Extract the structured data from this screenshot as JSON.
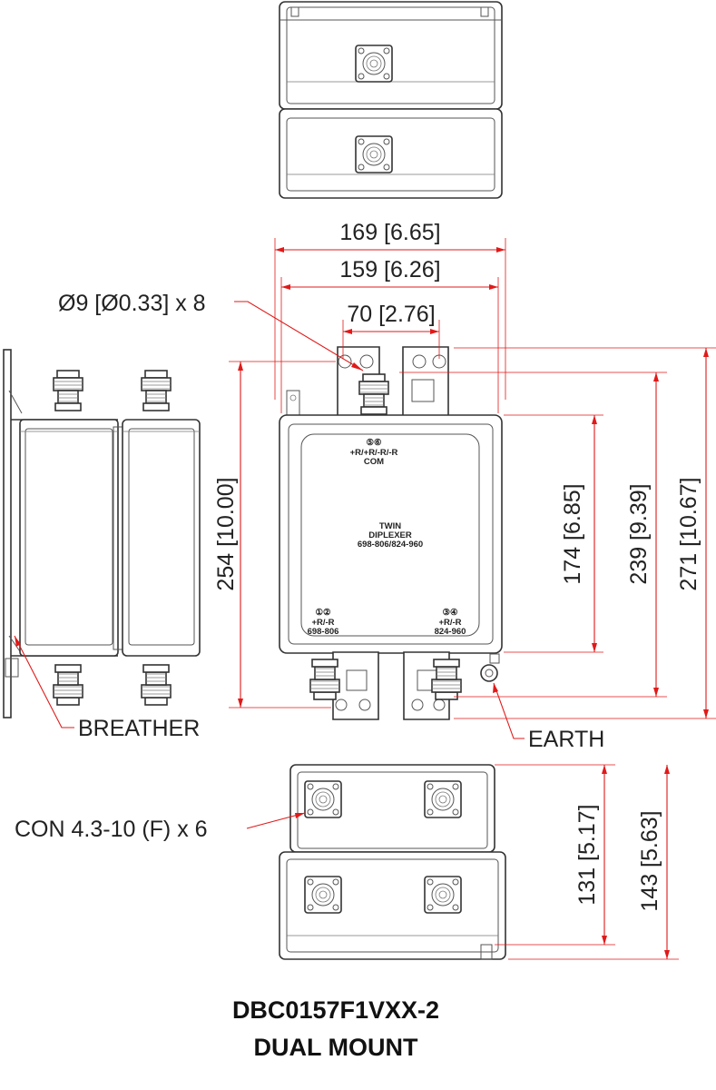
{
  "dimensions": {
    "width_overall": "169 [6.65]",
    "width_body": "159 [6.26]",
    "hole_spacing": "70 [2.76]",
    "height_side": "254 [10.00]",
    "height_body": "174 [6.85]",
    "height_ports": "239 [9.39]",
    "height_overall": "271 [10.67]",
    "depth_single": "131 [5.17]",
    "depth_overall": "143 [5.63]"
  },
  "callouts": {
    "holes": "Ø9 [Ø0.33] x 8",
    "breather": "BREATHER",
    "earth": "EARTH",
    "connectors": "CON 4.3-10 (F) x 6"
  },
  "unit_labels": {
    "com_ports": "⑤⑥",
    "com_line1": "+R/+R/-R/-R",
    "com_line2": "COM",
    "name_line1": "TWIN",
    "name_line2": "DIPLEXER",
    "name_line3": "698-806/824-960",
    "left_ports": "①②",
    "left_line1": "+R/-R",
    "left_line2": "698-806",
    "right_ports": "③④",
    "right_line1": "+R/-R",
    "right_line2": "824-960"
  },
  "title": {
    "line1": "DBC0157F1VXX-2",
    "line2": "DUAL MOUNT"
  },
  "colors": {
    "dimension": "#e11919",
    "outline": "#333333"
  }
}
